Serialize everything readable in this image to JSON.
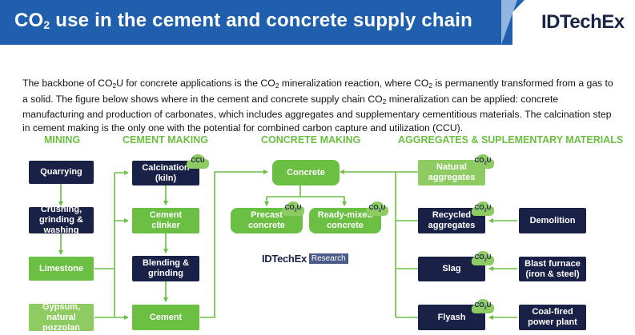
{
  "header": {
    "title_pre": "CO",
    "title_sub": "2",
    "title_post": " use in the cement and concrete supply chain",
    "brand": "IDTechEx"
  },
  "intro": {
    "p1": "The backbone of CO",
    "s1": "2",
    "p2": "U for concrete applications is the CO",
    "s2": "2",
    "p3": " mineralization reaction, where CO",
    "s3": "2",
    "p4": " is permanently transformed from a gas to a solid. The figure below shows where in the cement and concrete supply chain CO",
    "s4": "2",
    "p5": " mineralization can be applied: concrete manufacturing and production of carbonates, which includes aggregates and supplementary cementitious materials. The calcination step in cement making is the only one with the potential for combined carbon capture and utilization (CCU)."
  },
  "columns": {
    "mining": "MINING",
    "cement": "CEMENT MAKING",
    "concrete": "CONCRETE MAKING",
    "aggregates": "AGGREGATES & SUPLEMENTARY MATERIALS"
  },
  "nodes": {
    "quarrying": "Quarrying",
    "crushing": "Crushing, grinding & washing",
    "limestone": "Limestone",
    "gypsum": "Gypsum, natural pozzolan",
    "calcination": "Calcination (kiln)",
    "clinker": "Cement clinker",
    "blending": "Blending & grinding",
    "cement": "Cement",
    "concrete": "Concrete",
    "precast": "Precast concrete",
    "readymixed": "Ready-mixed concrete",
    "natural_agg": "Natural aggregates",
    "recycled_agg": "Recycled aggregates",
    "slag": "Slag",
    "flyash": "Flyash",
    "demolition": "Demolition",
    "blast_furnace": "Blast furnace (iron & steel)",
    "coal_plant": "Coal-fired power plant"
  },
  "badges": {
    "ccu": "CCU",
    "co2u_main": "CO",
    "co2u_sub": "2",
    "co2u_end": "U"
  },
  "logo": {
    "main": "IDTechEx",
    "tag": "Research"
  },
  "colors": {
    "header_blue": "#1f5fae",
    "navy": "#1a2147",
    "green": "#6bbf43",
    "light_green": "#8ecb63"
  }
}
